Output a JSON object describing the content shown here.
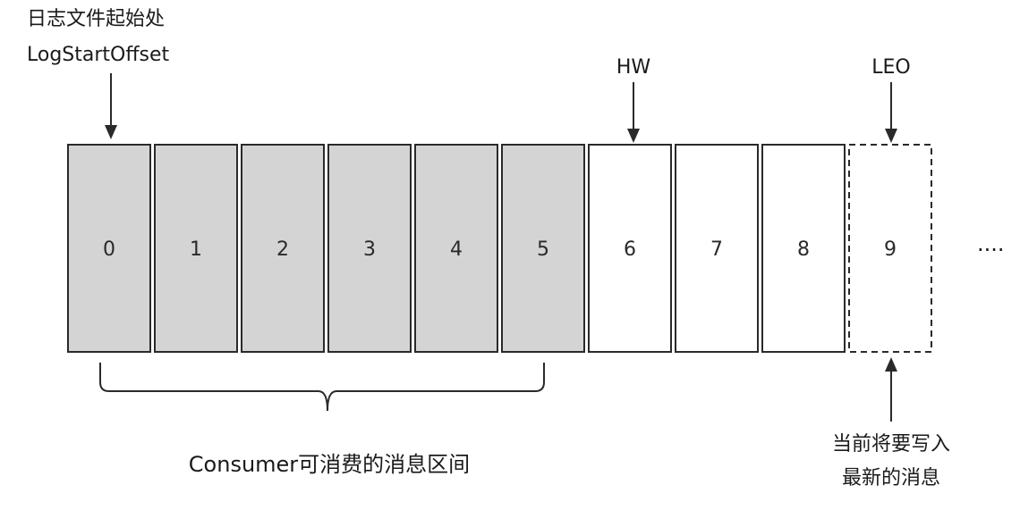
{
  "labels": {
    "log_start_cn": "日志文件起始处",
    "log_start_en": "LogStartOffset",
    "hw": "HW",
    "leo": "LEO",
    "consumer_range": "Consumer可消费的消息区间",
    "next_write_line1": "当前将要写入",
    "next_write_line2": "最新的消息",
    "ellipsis": "····"
  },
  "cells": [
    {
      "offset": "0",
      "state": "consumable"
    },
    {
      "offset": "1",
      "state": "consumable"
    },
    {
      "offset": "2",
      "state": "consumable"
    },
    {
      "offset": "3",
      "state": "consumable"
    },
    {
      "offset": "4",
      "state": "consumable"
    },
    {
      "offset": "5",
      "state": "consumable"
    },
    {
      "offset": "6",
      "state": "written"
    },
    {
      "offset": "7",
      "state": "written"
    },
    {
      "offset": "8",
      "state": "written"
    },
    {
      "offset": "9",
      "state": "pending"
    }
  ],
  "colors": {
    "consumable_fill": "#d4d4d4",
    "written_fill": "#ffffff",
    "stroke": "#2a2a2a"
  }
}
